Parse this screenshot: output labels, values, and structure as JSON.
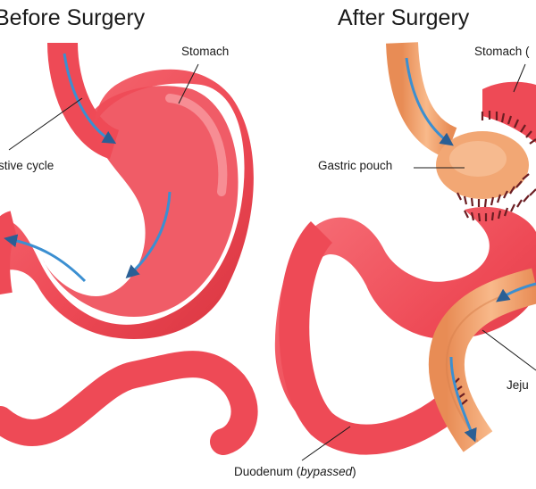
{
  "titles": {
    "before": "Before Surgery",
    "after": "After Surgery"
  },
  "labels": {
    "before_stomach": "Stomach",
    "before_digestive": "stive cycle",
    "after_stomach": "Stomach (",
    "gastric_pouch": "Gastric pouch",
    "jejunum": "Jeju",
    "duodenum_main": "Duodenum (",
    "duodenum_italic": "bypassed",
    "duodenum_close": ")"
  },
  "colors": {
    "stomach_red": "#ee4a56",
    "stomach_dark": "#c7303c",
    "stomach_light": "#f98b91",
    "pouch_orange": "#f2a774",
    "pouch_dark": "#d7804b",
    "flow_arrow": "#3b8fd1",
    "staple": "#6b1d22"
  }
}
